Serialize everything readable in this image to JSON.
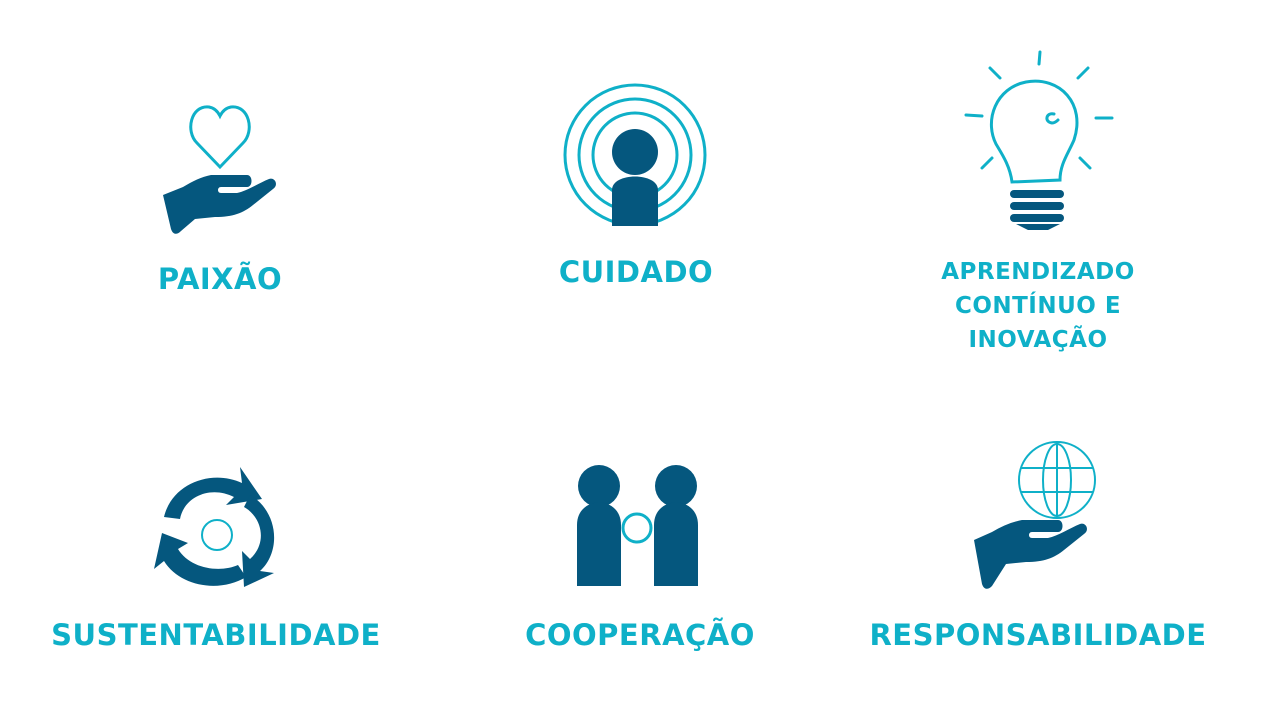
{
  "colors": {
    "dark": "#05577e",
    "light": "#0fb0c8",
    "background": "#ffffff"
  },
  "values": [
    {
      "id": "paixao",
      "label": "PAIXÃO",
      "icon": "hand-heart-icon"
    },
    {
      "id": "cuidado",
      "label": "CUIDADO",
      "icon": "person-signal-icon"
    },
    {
      "id": "aprendizado",
      "label_lines": [
        "APRENDIZADO",
        "CONTÍNUO E",
        "INOVAÇÃO"
      ],
      "icon": "lightbulb-icon"
    },
    {
      "id": "sustentabilidade",
      "label": "SUSTENTABILIDADE",
      "icon": "cycle-arrows-icon"
    },
    {
      "id": "cooperacao",
      "label": "COOPERAÇÃO",
      "icon": "two-people-icon"
    },
    {
      "id": "responsabilidade",
      "label": "RESPONSABILIDADE",
      "icon": "hand-globe-icon"
    }
  ]
}
